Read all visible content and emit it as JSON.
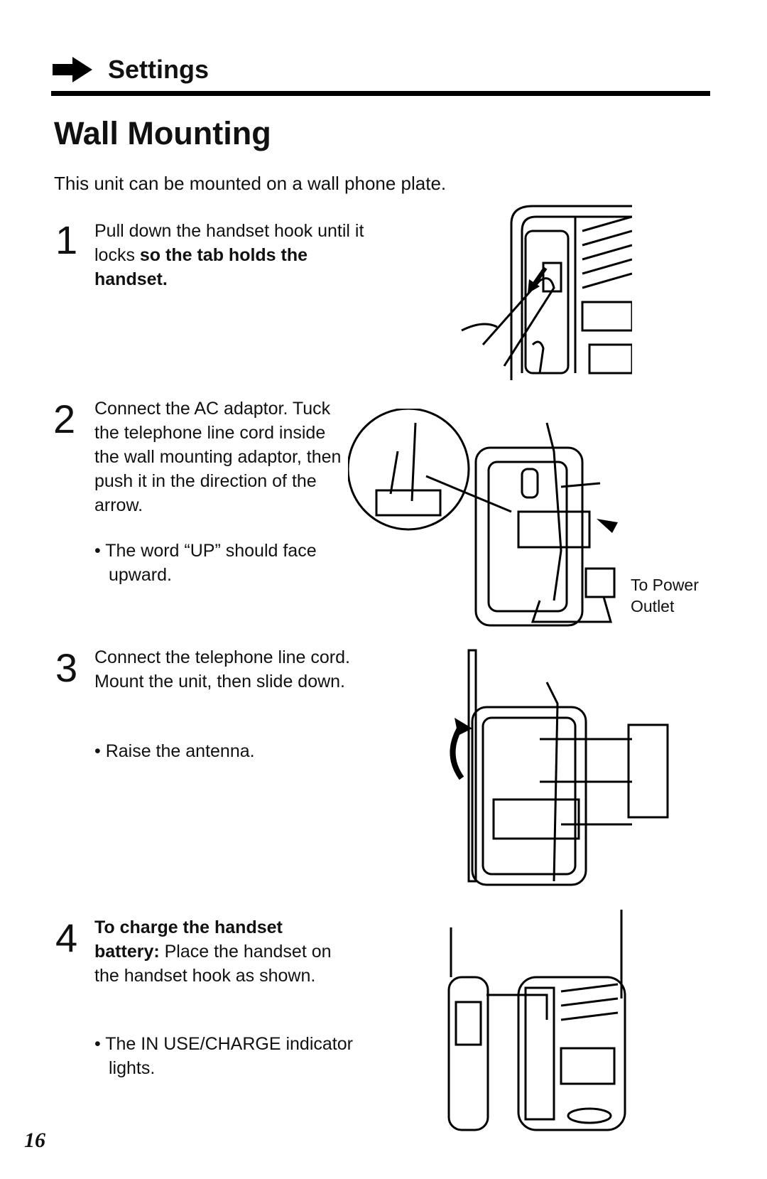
{
  "header": {
    "section": "Settings",
    "title": "Wall Mounting",
    "intro": "This unit can be mounted on a wall phone plate."
  },
  "steps": [
    {
      "number": "1",
      "text_plain": "Pull down the handset hook until it locks ",
      "text_bold": "so the tab holds the handset."
    },
    {
      "number": "2",
      "text": "Connect the AC adaptor. Tuck the telephone line cord inside the wall mounting adaptor, then push it in the direction of the arrow.",
      "bullet": "• The word “UP” should face upward."
    },
    {
      "number": "3",
      "text": "Connect the telephone line cord. Mount the unit, then slide down.",
      "bullet": "• Raise the antenna."
    },
    {
      "number": "4",
      "text_bold": "To charge the handset battery:",
      "text_plain": " Place the handset on the handset hook as shown.",
      "bullet": "• The IN USE/CHARGE indicator lights."
    }
  ],
  "figures": {
    "fig2_label_line1": "To Power",
    "fig2_label_line2": "Outlet"
  },
  "icons": [
    "right-arrow-icon"
  ],
  "page_number": "16"
}
